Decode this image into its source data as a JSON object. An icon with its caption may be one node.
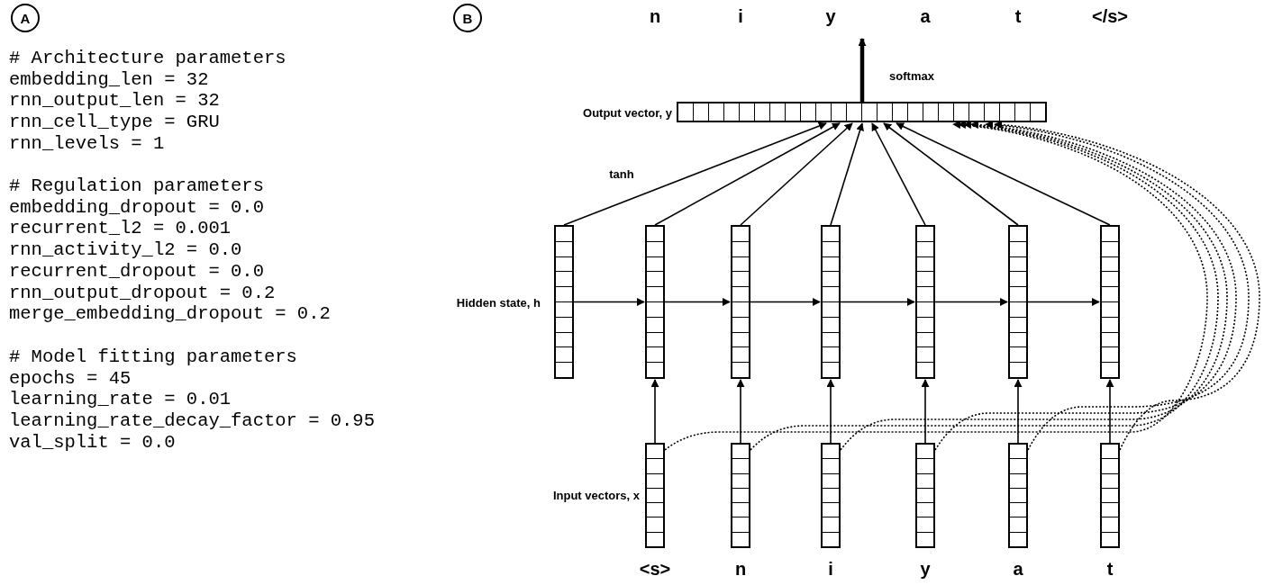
{
  "diagram": {
    "nodes": [
      {
        "text": [
          "A"
        ]
      },
      {
        "text": [
          "B"
        ]
      },
      {
        "text": [],
        "shape": "bar",
        "beside": [
          "Output vector, y"
        ]
      },
      {
        "text": [],
        "shape": "bar",
        "beside": [
          "Hidden state, h"
        ]
      },
      {
        "text": [],
        "shape": "bar"
      },
      {
        "text": [],
        "shape": "bar"
      },
      {
        "text": [],
        "shape": "bar"
      },
      {
        "text": [],
        "shape": "bar"
      },
      {
        "text": [],
        "shape": "bar"
      },
      {
        "text": [],
        "shape": "bar"
      },
      {
        "text": [],
        "shape": "bar",
        "beside": [
          "Input vectors, x"
        ]
      },
      {
        "text": [],
        "shape": "bar"
      },
      {
        "text": [],
        "shape": "bar"
      },
      {
        "text": [],
        "shape": "bar"
      },
      {
        "text": [],
        "shape": "bar"
      },
      {
        "text": [],
        "shape": "bar"
      }
    ],
    "edges": [
      {
        "from": 2,
        "to": null,
        "arrow": "to",
        "style": "thick"
      },
      {
        "from": 3,
        "to": 2,
        "arrow": "to"
      },
      {
        "from": 4,
        "to": 2,
        "arrow": "to"
      },
      {
        "from": 5,
        "to": 2,
        "arrow": "to"
      },
      {
        "from": 6,
        "to": 2,
        "arrow": "to"
      },
      {
        "from": 7,
        "to": 2,
        "arrow": "to"
      },
      {
        "from": 8,
        "to": 2,
        "arrow": "to"
      },
      {
        "from": 9,
        "to": 2,
        "arrow": "to"
      },
      {
        "from": 3,
        "to": 4,
        "arrow": "to"
      },
      {
        "from": 4,
        "to": 5,
        "arrow": "to"
      },
      {
        "from": 5,
        "to": 6,
        "arrow": "to"
      },
      {
        "from": 6,
        "to": 7,
        "arrow": "to"
      },
      {
        "from": 7,
        "to": 8,
        "arrow": "to"
      },
      {
        "from": 8,
        "to": 9,
        "arrow": "to"
      },
      {
        "from": 10,
        "to": 4,
        "arrow": "to"
      },
      {
        "from": 11,
        "to": 5,
        "arrow": "to"
      },
      {
        "from": 12,
        "to": 6,
        "arrow": "to"
      },
      {
        "from": 13,
        "to": 7,
        "arrow": "to"
      },
      {
        "from": 14,
        "to": 8,
        "arrow": "to"
      },
      {
        "from": 15,
        "to": 9,
        "arrow": "to"
      },
      {
        "from": 10,
        "to": 2,
        "arrow": "to",
        "style": "dashed"
      },
      {
        "from": 11,
        "to": 2,
        "arrow": "to",
        "style": "dashed"
      },
      {
        "from": 12,
        "to": 2,
        "arrow": "to",
        "style": "dashed"
      },
      {
        "from": 13,
        "to": 2,
        "arrow": "to",
        "style": "dashed"
      },
      {
        "from": 14,
        "to": 2,
        "arrow": "to",
        "style": "dashed"
      },
      {
        "from": 15,
        "to": 2,
        "arrow": "to",
        "style": "dashed"
      }
    ],
    "labels": [
      "# Architecture parameters",
      "embedding_len = 32",
      "rnn_output_len = 32",
      "rnn_cell_type = GRU",
      "rnn_levels = 1",
      "# Regulation parameters",
      "embedding_dropout = 0.0",
      "recurrent_l2 = 0.001",
      "rnn_activity_l2 = 0.0",
      "recurrent_dropout = 0.0",
      "rnn_output_dropout = 0.2",
      "merge_embedding_dropout = 0.2",
      "# Model fitting parameters",
      "epochs = 45",
      "learning_rate = 0.01",
      "learning_rate_decay_factor = 0.95",
      "val_split = 0.0",
      "n",
      "i",
      "y",
      "a",
      "t",
      "</s>",
      "softmax",
      "tanh",
      "<s>",
      "n",
      "i",
      "y",
      "a",
      "t"
    ]
  }
}
